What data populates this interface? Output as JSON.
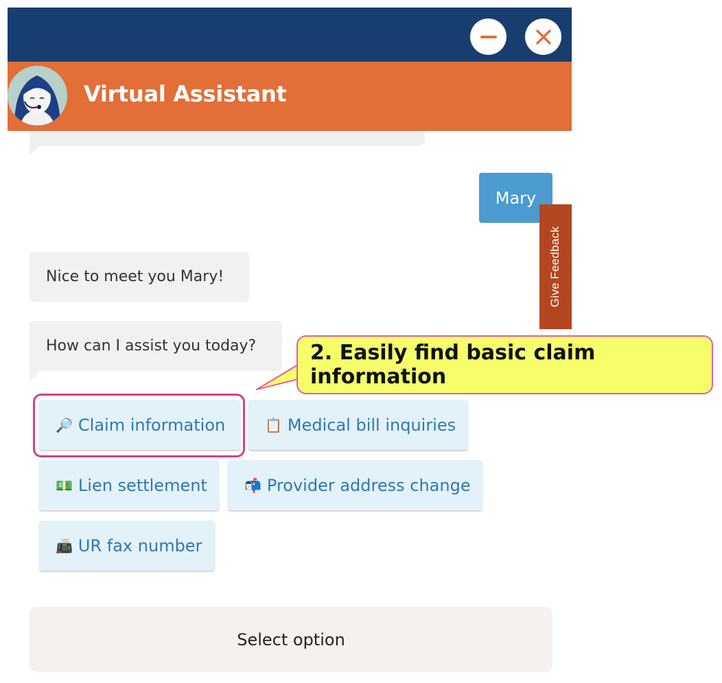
{
  "window": {
    "minimize_icon": "minimize-icon",
    "close_icon": "close-icon",
    "colors": {
      "topbar": "#183e70",
      "header": "#e26e38",
      "control_glyph": "#e26e38"
    }
  },
  "header": {
    "title": "Virtual Assistant",
    "avatar_icon": "agent-avatar-icon"
  },
  "messages": {
    "user_name": "Mary",
    "bot_greeting": "Nice to meet you Mary!",
    "bot_question": "How can I assist you today?"
  },
  "feedback": {
    "label": "Give Feedback",
    "color": "#b4461f"
  },
  "callout": {
    "text": "2. Easily find basic claim information",
    "fill": "#f6ff6a",
    "border": "#e05fa8"
  },
  "options": [
    {
      "icon": "magnifier-icon",
      "glyph": "🔎",
      "label": "Claim information"
    },
    {
      "icon": "clipboard-icon",
      "glyph": "📋",
      "label": "Medical bill inquiries"
    },
    {
      "icon": "money-icon",
      "glyph": "💵",
      "label": "Lien settlement"
    },
    {
      "icon": "mailbox-icon",
      "glyph": "📬",
      "label": "Provider address change"
    },
    {
      "icon": "fax-icon",
      "glyph": "📠",
      "label": "UR fax number"
    }
  ],
  "select": {
    "label": "Select option"
  }
}
